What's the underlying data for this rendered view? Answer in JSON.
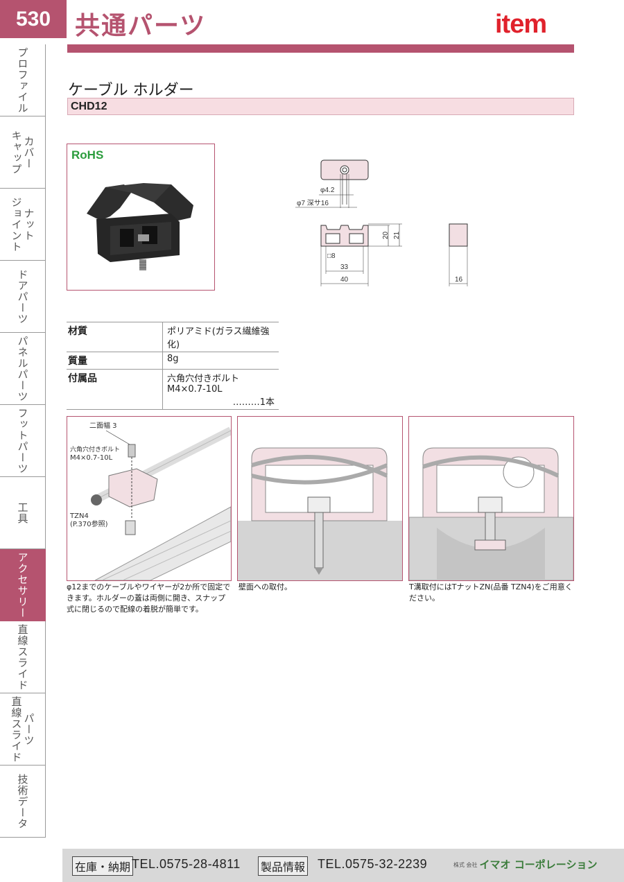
{
  "header": {
    "page_number": "530",
    "section_title": "共通パーツ",
    "brand": "item"
  },
  "sidebar": {
    "tabs": [
      {
        "label": "プロファイル",
        "active": false
      },
      {
        "label": "キャップ カバー",
        "col1": "キャップ",
        "col2": "カバー",
        "active": false
      },
      {
        "label": "ジョイント ナット",
        "col1": "ジョイント",
        "col2": "ナット",
        "active": false
      },
      {
        "label": "ドアパーツ",
        "active": false
      },
      {
        "label": "パネルパーツ",
        "active": false
      },
      {
        "label": "フットパーツ",
        "active": false
      },
      {
        "label": "工具",
        "active": false
      },
      {
        "label": "アクセサリー",
        "active": true
      },
      {
        "label": "直線スライド",
        "active": false
      },
      {
        "label": "直線スライド パーツ",
        "col1": "直線スライド",
        "col2": "パーツ",
        "active": false
      },
      {
        "label": "技術データ",
        "active": false
      }
    ]
  },
  "product": {
    "title": "ケーブル ホルダー",
    "model": "CHD12",
    "rohs": "RoHS"
  },
  "drawing": {
    "hole_small": "φ4.2",
    "hole_large": "φ7 深サ16",
    "dim_20": "20",
    "dim_21": "21",
    "dim_8": "□8",
    "dim_33": "33",
    "dim_40": "40",
    "dim_16": "16"
  },
  "specs": {
    "rows": [
      {
        "key": "材質",
        "value": "ポリアミド(ガラス繊維強化)"
      },
      {
        "key": "質量",
        "value": "8g"
      },
      {
        "key": "付属品",
        "value": "六角穴付きボルト M4×0.7-10L",
        "value2": "………1本"
      }
    ]
  },
  "panels": {
    "p1": {
      "label_width": "二面幅 3",
      "label_bolt1": "六角穴付きボルト",
      "label_bolt2": "M4×0.7-10L",
      "label_tzn": "TZN4",
      "label_ref": "(P.370参照)",
      "caption": "φ12までのケーブルやワイヤーが2か所で固定できます。ホルダーの蓋は両側に開き、スナップ式に閉じるので配線の着脱が簡単です。"
    },
    "p2": {
      "caption": "壁面への取付。"
    },
    "p3": {
      "caption": "T溝取付にはTナットZN(品番 TZN4)をご用意ください。"
    }
  },
  "footer": {
    "stock_label": "在庫・納期",
    "stock_tel": "TEL.0575-28-4811",
    "info_label": "製品情報",
    "info_tel": "TEL.0575-32-2239",
    "company_prefix": "株式 会社",
    "company": "イマオ コーポレーション"
  },
  "colors": {
    "accent": "#b5536f",
    "brand_red": "#e0222c",
    "rohs_green": "#2a9c3c",
    "model_bar": "#f7dde2"
  }
}
